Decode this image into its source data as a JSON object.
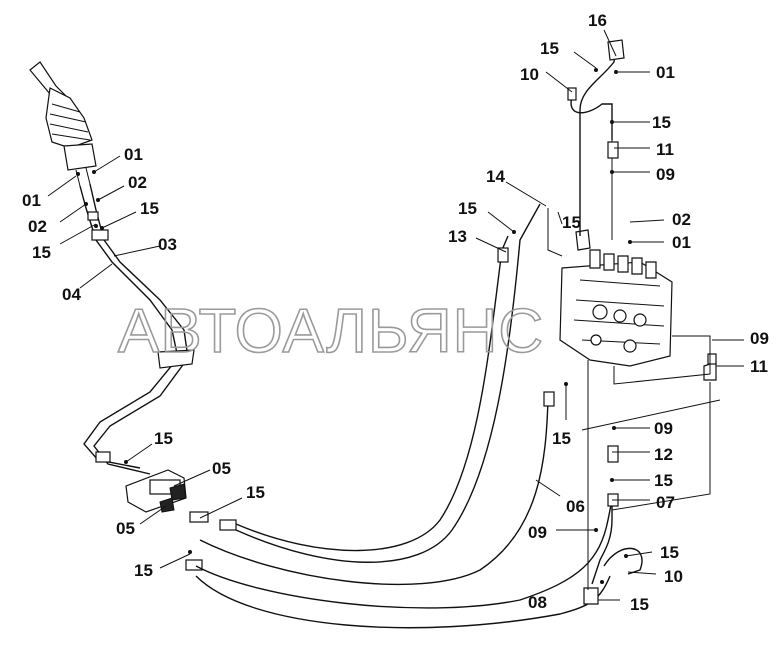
{
  "watermark": "АВТОАЛЬЯНС",
  "labels": {
    "l01a": "01",
    "l01b": "01",
    "l01c": "01",
    "l01d": "01",
    "l02a": "02",
    "l02b": "02",
    "l02c": "02",
    "l03": "03",
    "l04": "04",
    "l05a": "05",
    "l05b": "05",
    "l06": "06",
    "l07": "07",
    "l08": "08",
    "l09a": "09",
    "l09b": "09",
    "l09c": "09",
    "l09d": "09",
    "l10a": "10",
    "l10b": "10",
    "l11a": "11",
    "l11b": "11",
    "l12": "12",
    "l13": "13",
    "l14": "14",
    "l15a": "15",
    "l15b": "15",
    "l15c": "15",
    "l15d": "15",
    "l15e": "15",
    "l15f": "15",
    "l15g": "15",
    "l15h": "15",
    "l15i": "15",
    "l15j": "15",
    "l15k": "15",
    "l15l": "15",
    "l15m": "15",
    "l16": "16"
  }
}
